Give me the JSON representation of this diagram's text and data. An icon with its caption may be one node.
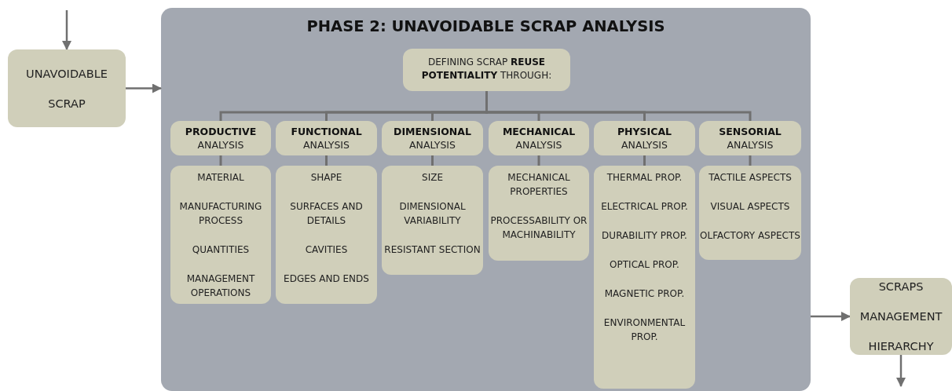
{
  "diagram": {
    "nodes": [
      {
        "text": [
          "UNAVOIDABLE SCRAP"
        ]
      },
      {
        "text": [
          "PHASE 2: UNAVOIDABLE SCRAP ANALYSIS"
        ]
      },
      {
        "text": [
          "DEFINING SCRAP **REUSE POTENTIALITY** THROUGH:"
        ],
        "in": 1
      },
      {
        "text": [
          "**PRODUCTIVE** ANALYSIS"
        ],
        "in": 1
      },
      {
        "text": [
          "**FUNCTIONAL** ANALYSIS"
        ],
        "in": 1
      },
      {
        "text": [
          "**DIMENSIONAL** ANALYSIS"
        ],
        "in": 1
      },
      {
        "text": [
          "**MECHANICAL** ANALYSIS"
        ],
        "in": 1
      },
      {
        "text": [
          "**PHYSICAL** ANALYSIS"
        ],
        "in": 1
      },
      {
        "text": [
          "**SENSORIAL** ANALYSIS"
        ],
        "in": 1
      },
      {
        "text": [
          "MATERIAL",
          "MANUFACTURING PROCESS",
          "QUANTITIES",
          "MANAGEMENT OPERATIONS"
        ],
        "in": 1
      },
      {
        "text": [
          "SHAPE",
          "SURFACES AND DETAILS",
          "CAVITIES",
          "EDGES AND ENDS"
        ],
        "in": 1
      },
      {
        "text": [
          "SIZE",
          "DIMENSIONAL VARIABILITY",
          "RESISTANT SECTION"
        ],
        "in": 1
      },
      {
        "text": [
          "MECHANICAL PROPERTIES",
          "PROCESSABILITY OR MACHINABILITY"
        ],
        "in": 1
      },
      {
        "text": [
          "THERMAL PROP.",
          "ELECTRICAL PROP.",
          "DURABILITY PROP.",
          "OPTICAL PROP.",
          "MAGNETIC PROP.",
          "ENVIRONMENTAL PROP."
        ],
        "in": 1
      },
      {
        "text": [
          "TACTILE ASPECTS",
          "VISUAL ASPECTS",
          "OLFACTORY ASPECTS"
        ],
        "in": 1
      },
      {
        "text": [
          "SCRAPS MANAGEMENT HIERARCHY"
        ]
      }
    ],
    "edges": [
      {
        "from": null,
        "to": 0,
        "arrow": "to"
      },
      {
        "from": 0,
        "to": 1,
        "arrow": "to"
      },
      {
        "from": 1,
        "to": 15,
        "arrow": "to"
      },
      {
        "from": 15,
        "to": null,
        "arrow": "to"
      },
      {
        "from": 2,
        "to": 3,
        "arrow": "none"
      },
      {
        "from": 2,
        "to": 4,
        "arrow": "none"
      },
      {
        "from": 2,
        "to": 5,
        "arrow": "none"
      },
      {
        "from": 2,
        "to": 6,
        "arrow": "none"
      },
      {
        "from": 2,
        "to": 7,
        "arrow": "none"
      },
      {
        "from": 2,
        "to": 8,
        "arrow": "none"
      },
      {
        "from": 3,
        "to": 9,
        "arrow": "none"
      },
      {
        "from": 4,
        "to": 10,
        "arrow": "none"
      },
      {
        "from": 5,
        "to": 11,
        "arrow": "none"
      },
      {
        "from": 6,
        "to": 12,
        "arrow": "none"
      },
      {
        "from": 7,
        "to": 13,
        "arrow": "none"
      },
      {
        "from": 8,
        "to": 14,
        "arrow": "none"
      }
    ]
  }
}
